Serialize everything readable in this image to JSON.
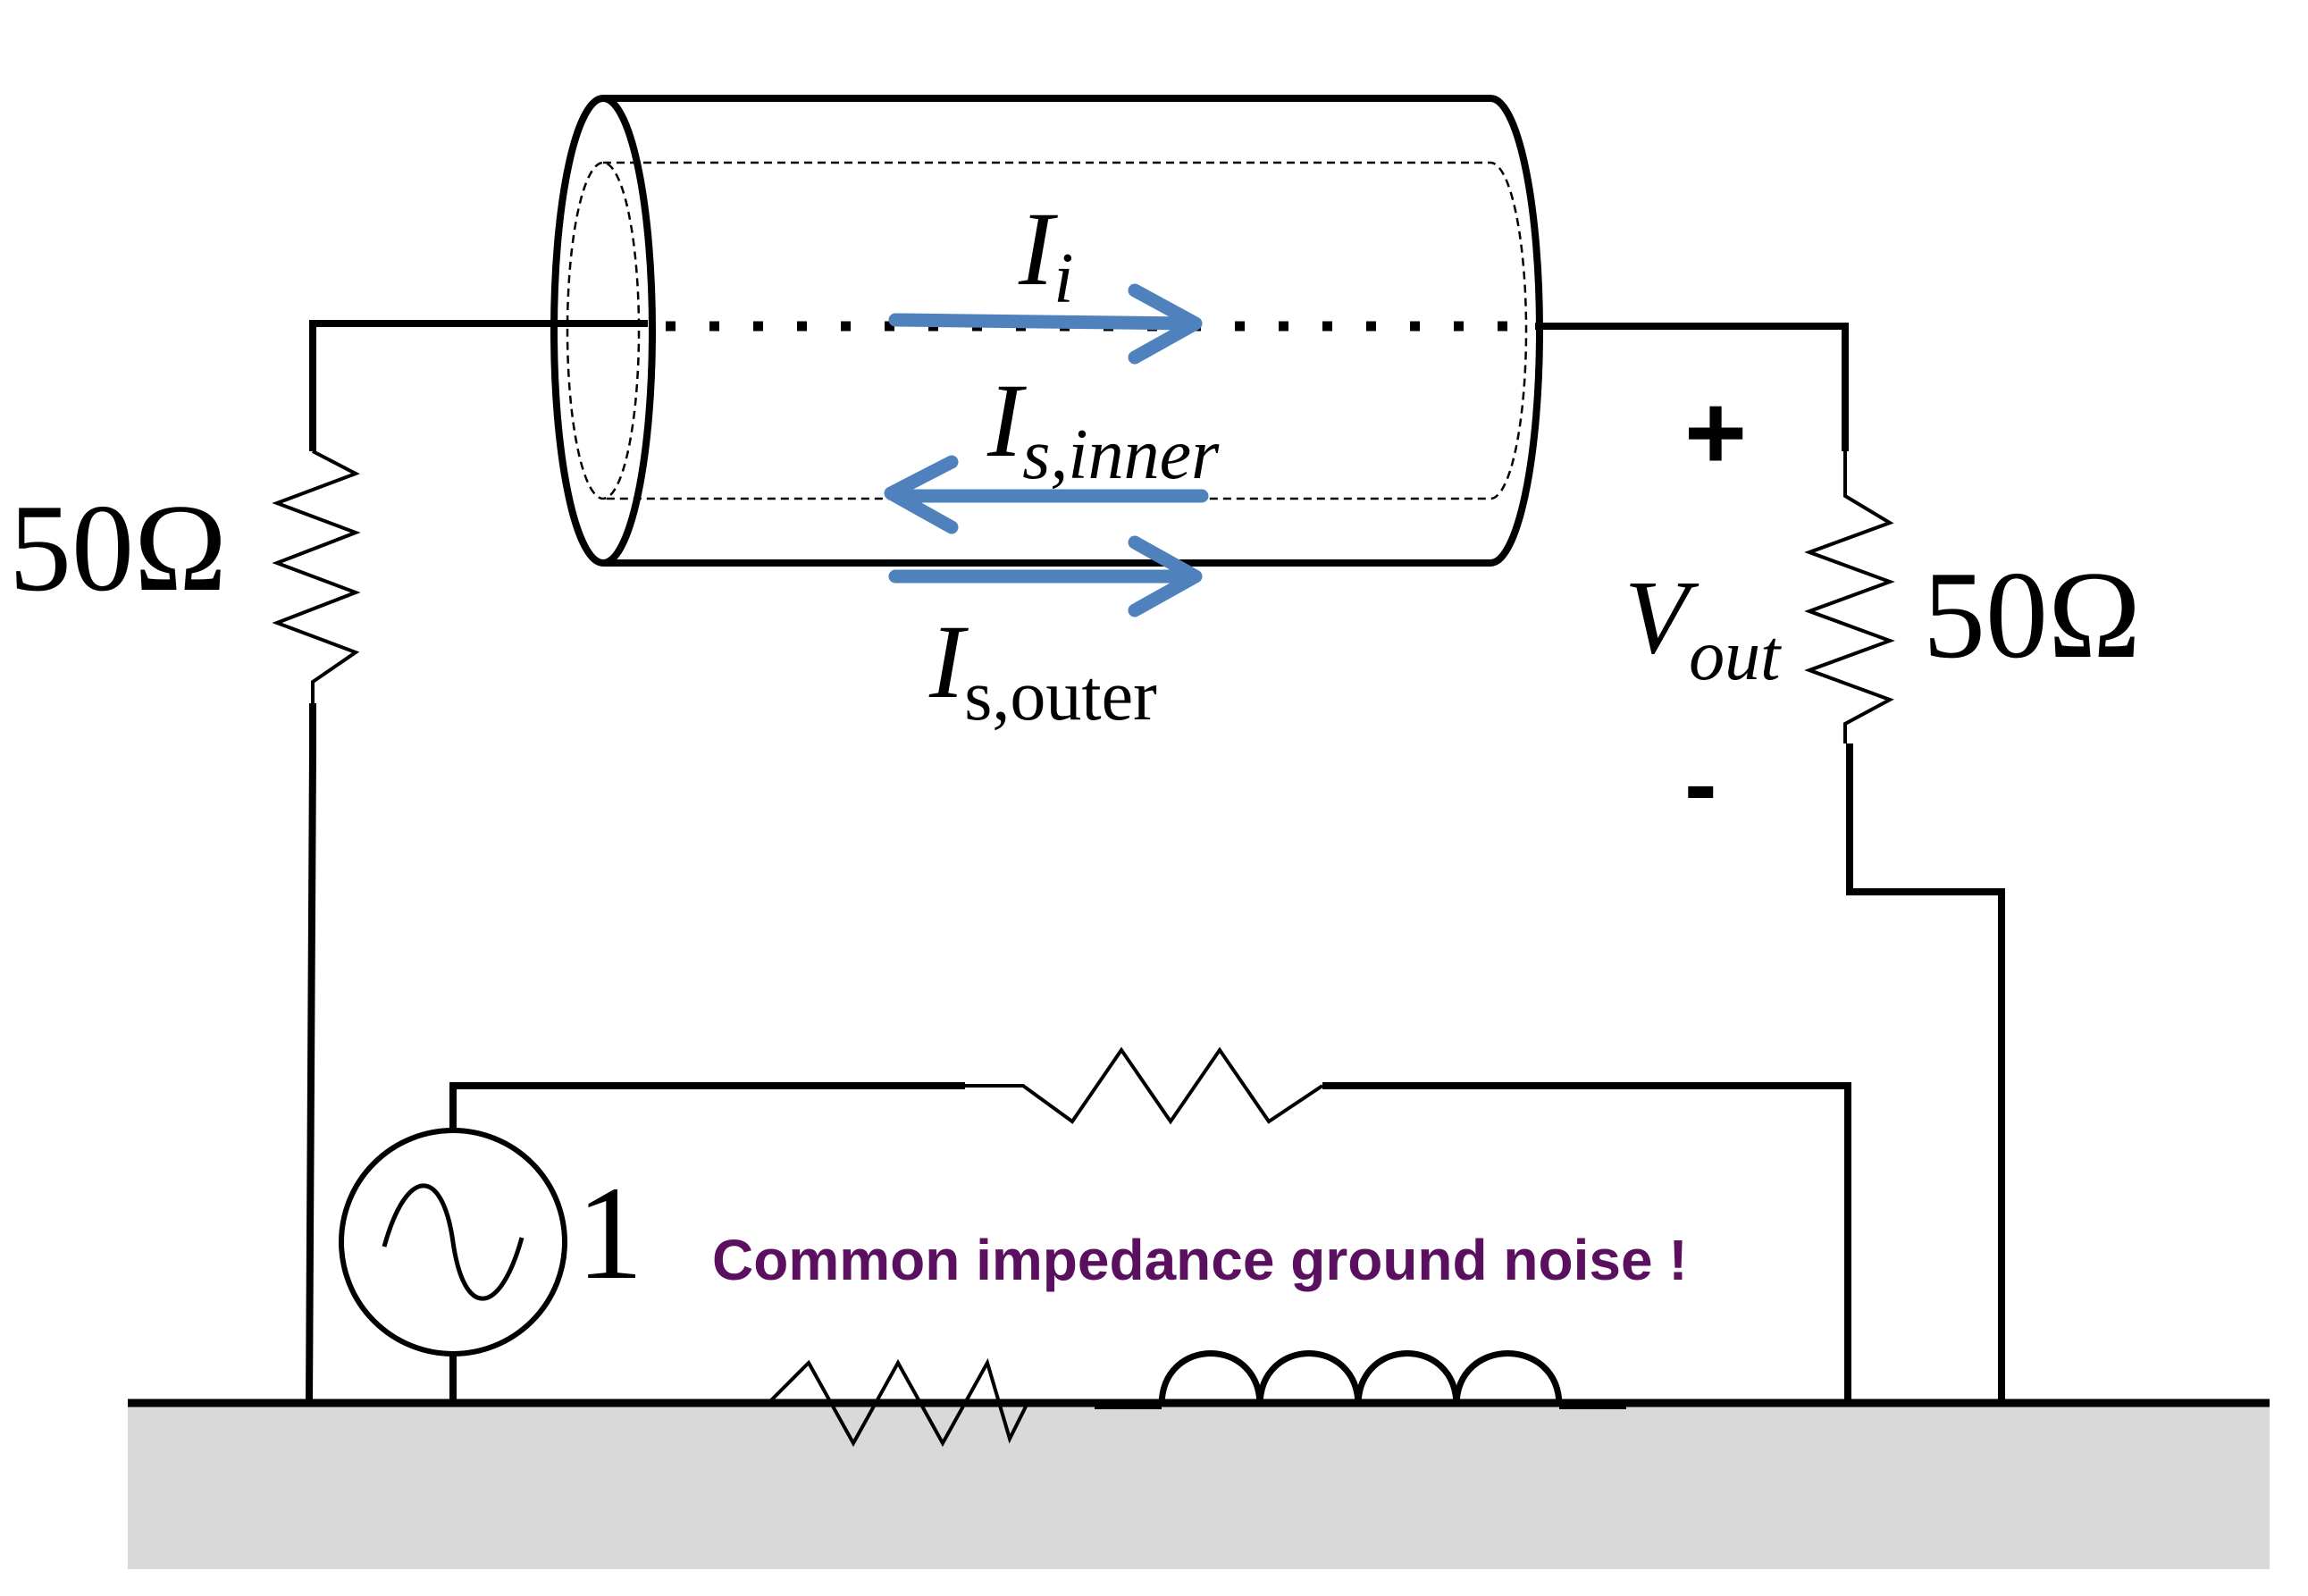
{
  "labels": {
    "left_resistor": "50Ω",
    "right_resistor": "50Ω",
    "current_inner": {
      "main": "I",
      "sub": "i"
    },
    "current_shield_inner": {
      "main": "I",
      "sub": "s,inner"
    },
    "current_shield_outer": {
      "main": "I",
      "sub": "s,outer"
    },
    "vout": {
      "main": "V",
      "sub": "out"
    },
    "plus": "+",
    "minus": "-",
    "source": "1",
    "caption": "Common impedance ground noise !"
  },
  "colors": {
    "wire": "#000000",
    "arrow": "#4F81BD",
    "caption": "#5B0F5F",
    "ground_plane": "#D9D9D9"
  },
  "icons": {
    "source": "ac-voltage-source-icon",
    "resistor": "resistor-icon",
    "inductor": "inductor-icon",
    "cable": "coaxial-cable-icon"
  }
}
